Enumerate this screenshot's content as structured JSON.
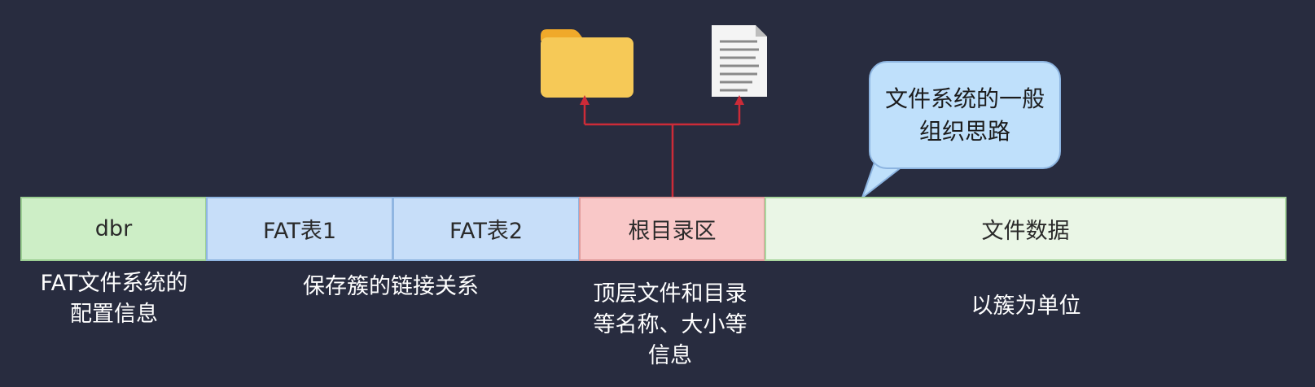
{
  "segments": {
    "dbr": {
      "label": "dbr",
      "fill": "#cdeec6",
      "border": "#9ccf93"
    },
    "fat1": {
      "label": "FAT表1",
      "fill": "#c7def9",
      "border": "#90b6e2"
    },
    "fat2": {
      "label": "FAT表2",
      "fill": "#c7def9",
      "border": "#90b6e2"
    },
    "root": {
      "label": "根目录区",
      "fill": "#f9c8c8",
      "border": "#e09a9a"
    },
    "data": {
      "label": "文件数据",
      "fill": "#eaf6e6",
      "border": "#a9d69e"
    }
  },
  "descriptions": {
    "dbr": "FAT文件系统的配置信息",
    "fat": "保存簇的链接关系",
    "root": "顶层文件和目录等名称、大小等信息",
    "data": "以簇为单位"
  },
  "callout": {
    "text": "文件系统的一般组织思路"
  },
  "icons": {
    "folder": "folder-icon",
    "file": "file-icon"
  },
  "colors": {
    "background": "#282c3f",
    "connector": "#cc2b38",
    "folder": "#f6c957",
    "folder_tab": "#f0a92a",
    "callout_fill": "#bfe0fb"
  }
}
